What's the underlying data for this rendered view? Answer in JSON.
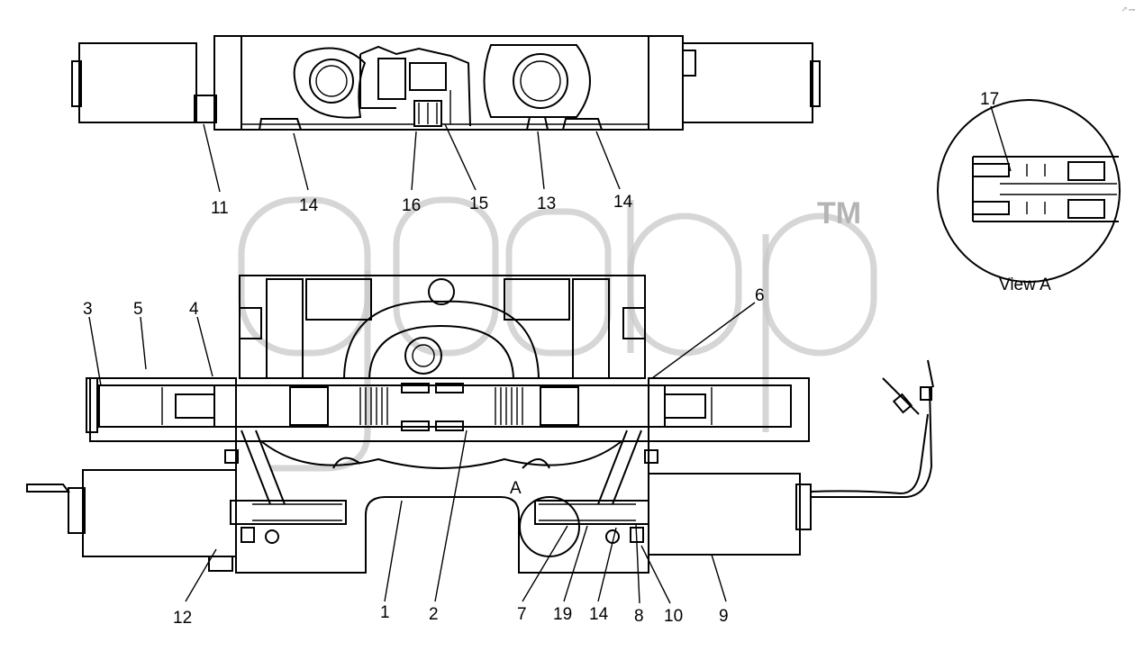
{
  "callouts": {
    "c1": "1",
    "c2": "2",
    "c3": "3",
    "c4": "4",
    "c5": "5",
    "c6": "6",
    "c7": "7",
    "c8": "8",
    "c9": "9",
    "c10": "10",
    "c11": "11",
    "c12": "12",
    "c13": "13",
    "c14a": "14",
    "c14b": "14",
    "c14c": "14",
    "c15": "15",
    "c16": "16",
    "c17": "17",
    "c19": "19"
  },
  "view_label": "View  A",
  "section_mark": "A",
  "watermark_mark": "TM",
  "corner_text": "ₓᵐ ₙₙₙ"
}
